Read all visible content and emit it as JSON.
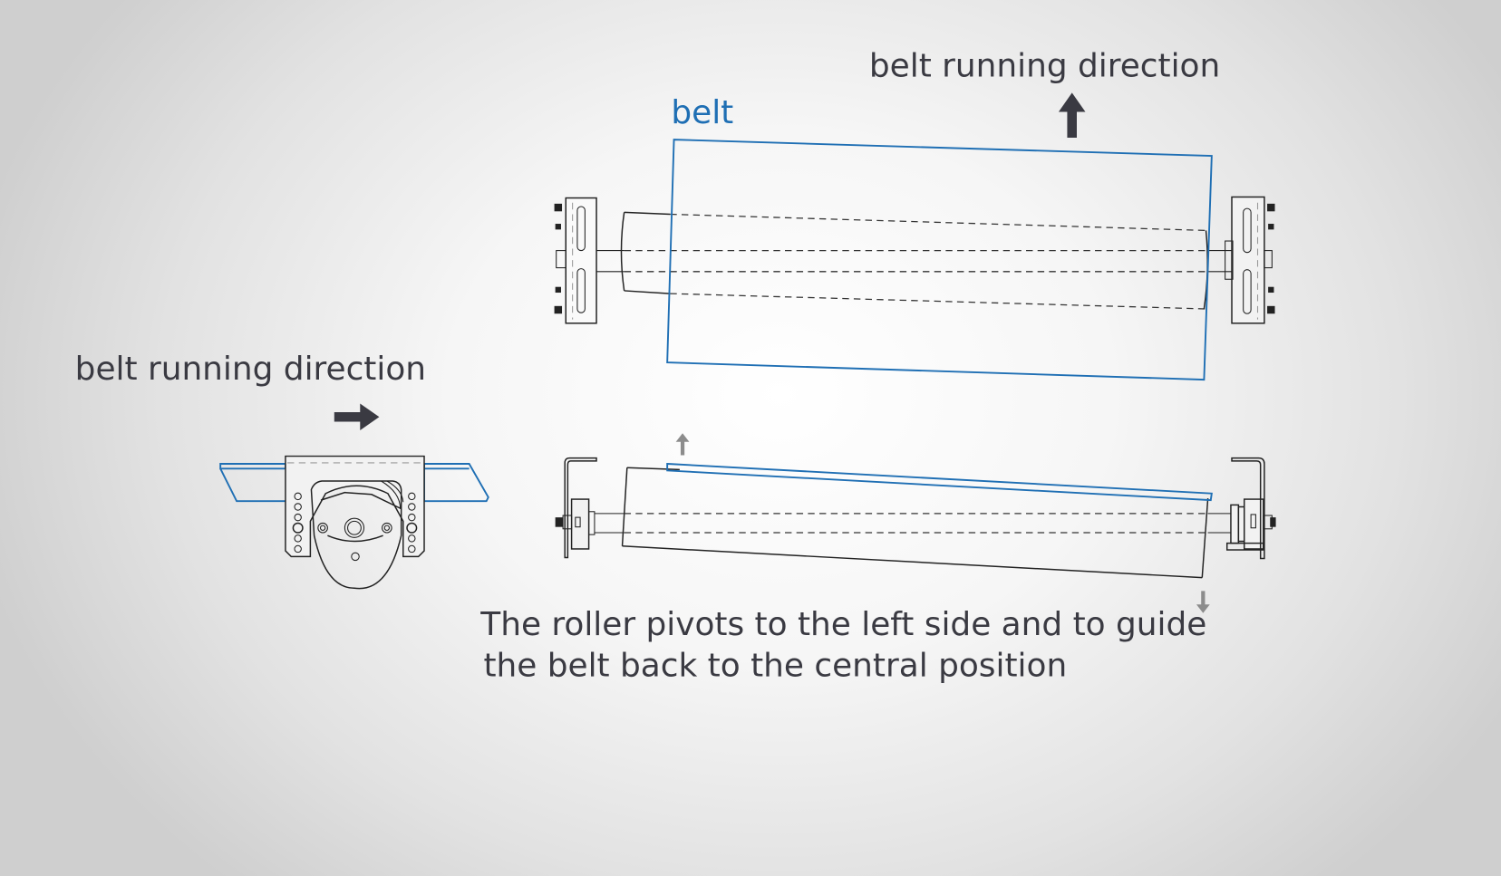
{
  "labels": {
    "top_direction": "belt running direction",
    "belt": "belt",
    "side_direction": "belt running direction",
    "caption_line1": "The roller pivots to the left side and to guide",
    "caption_line2": "the belt back to the central position"
  },
  "icons": {
    "top_arrow": "arrow-up-icon",
    "side_arrow": "arrow-right-icon",
    "pivot_up_arrow": "arrow-up-icon",
    "pivot_down_arrow": "arrow-down-icon"
  },
  "colors": {
    "belt": "#1f6fb4",
    "text": "#3a3a42",
    "arrow": "#3a3a42",
    "pivot_arrow": "#8c8c8c",
    "line": "#222222"
  }
}
